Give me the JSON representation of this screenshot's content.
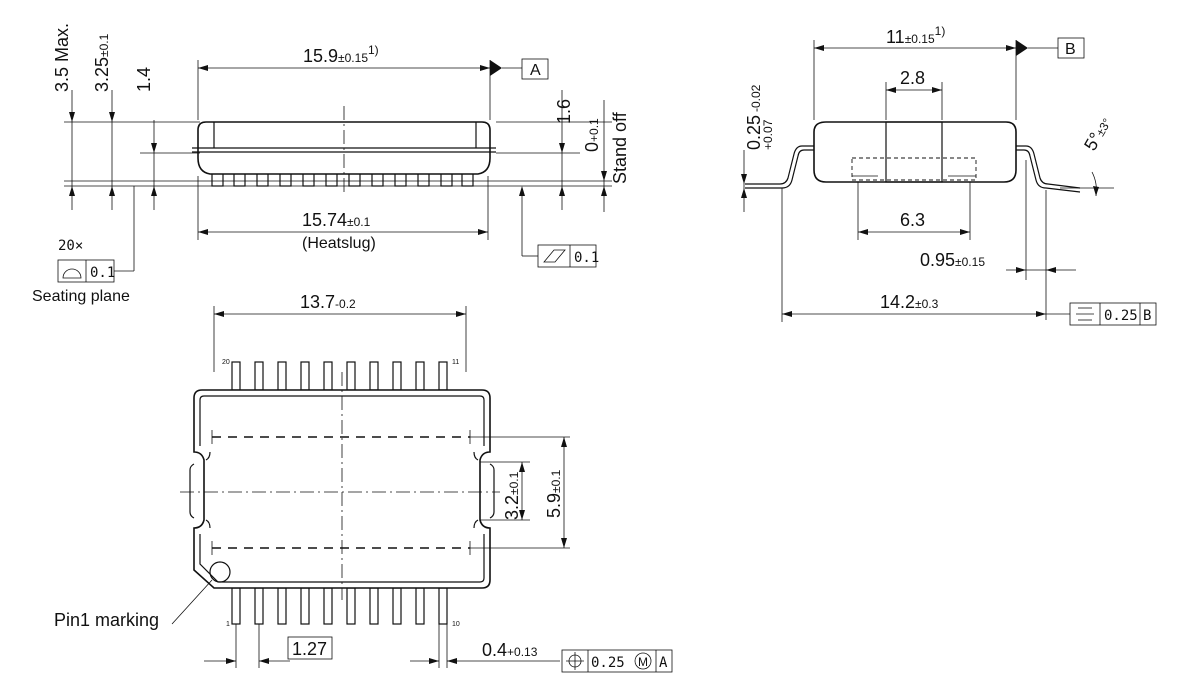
{
  "side_view": {
    "height_max": "3.5 Max.",
    "body_height_a": "3.25",
    "body_height_b": "±0.1",
    "lead_height": "1.4",
    "length_a": "15.9",
    "length_b": "±0.15",
    "length_note": "1)",
    "datum_a": "A",
    "dim_1_6": "1.6",
    "standoff_a": "0",
    "standoff_b": "+0.1",
    "standoff_label": "Stand off",
    "heatslug_a": "15.74",
    "heatslug_b": "±0.1",
    "heatslug_label": "(Heatslug)",
    "flatness_value": "0.1",
    "count": "20×",
    "profile_value": "0.1",
    "seating_plane": "Seating plane"
  },
  "end_view": {
    "width_a": "11",
    "width_b": "±0.15",
    "width_note": "1)",
    "datum_b": "B",
    "dim_2_8": "2.8",
    "thickness_a": "0.25",
    "thickness_tol_up": "+0.07",
    "thickness_tol_dn": "-0.02",
    "angle_a": "5°",
    "angle_b": "±3°",
    "dim_6_3": "6.3",
    "lead_len_a": "0.95",
    "lead_len_b": "±0.15",
    "overall_a": "14.2",
    "overall_b": "±0.3",
    "symmetry_value": "0.25",
    "symmetry_datum": "B"
  },
  "top_view": {
    "length_a": "13.7",
    "length_b": "-0.2",
    "pin_20": "20",
    "pin_11": "11",
    "pin_1": "1",
    "pin_10": "10",
    "slot_a": "3.2",
    "slot_b": "±0.1",
    "heatslug_w_a": "5.9",
    "heatslug_w_b": "±0.1",
    "pin1_label": "Pin1 marking",
    "pitch": "1.27",
    "lead_w_a": "0.4",
    "lead_w_b": "+0.13",
    "position_value": "0.25",
    "position_mod": "M",
    "position_datum": "A"
  }
}
